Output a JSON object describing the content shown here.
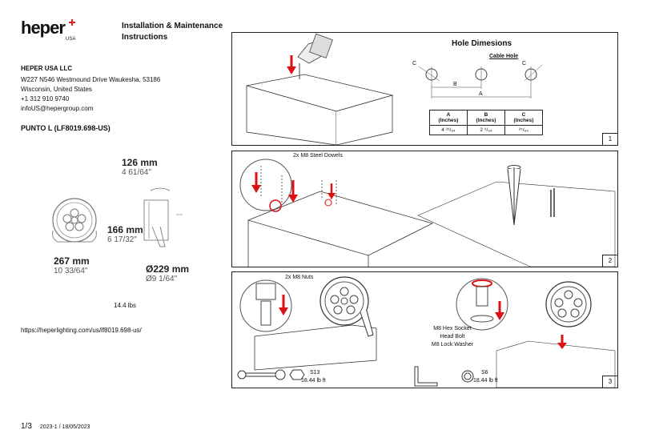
{
  "logo": {
    "brand": "heper",
    "sub": "USA"
  },
  "doc_title": "Installation & Maintenance Instructions",
  "company": {
    "name": "HEPER USA LLC",
    "address1": "W227 N546 Westmound Drive Waukesha, 53186",
    "address2": "Wisconsin, United States",
    "phone": "+1 312 910 9740",
    "email": "infoUS@hepergroup.com"
  },
  "product": "PUNTO L (LF8019.698-US)",
  "dimensions": {
    "d1": {
      "mm": "126 mm",
      "inch": "4 61/64\""
    },
    "d2": {
      "mm": "166 mm",
      "inch": "6 17/32\""
    },
    "d3": {
      "mm": "267 mm",
      "inch": "10 33/64\""
    },
    "d4": {
      "mm": "Ø229 mm",
      "inch": "Ø9 1/64\""
    }
  },
  "weight": "14.4 lbs",
  "url": "https://heperlighting.com/us/lf8019.698-us/",
  "footer": {
    "page": "1/3",
    "rev": "2023-1 / 18/05/2023"
  },
  "panel1": {
    "num": "1",
    "hole_title": "Hole Dimesions",
    "cable_hole": "Cable Hole",
    "labels": {
      "c": "C",
      "b": "B",
      "a": "A"
    },
    "table": {
      "headers": [
        [
          "A",
          "(Inches)"
        ],
        [
          "B",
          "(Inches)"
        ],
        [
          "C",
          "(Inches)"
        ]
      ],
      "values": [
        "4 ³⁹/₆₄",
        "2 ⁹/₆₄",
        "²⁵/₆₄"
      ]
    }
  },
  "panel2": {
    "num": "2",
    "caption": "2x M8 Steel Dowels"
  },
  "panel3": {
    "num": "3",
    "caption_nuts": "2x M8 Nuts",
    "hardware1": "M8 Hex Socket",
    "hardware2": "Head Bolt",
    "hardware3": "M8 Lock Washer",
    "tool1_size": "S13",
    "tool1_torque": "18.44 lb ft",
    "tool2_size": "S6",
    "tool2_torque": "18.44 lb ft"
  }
}
